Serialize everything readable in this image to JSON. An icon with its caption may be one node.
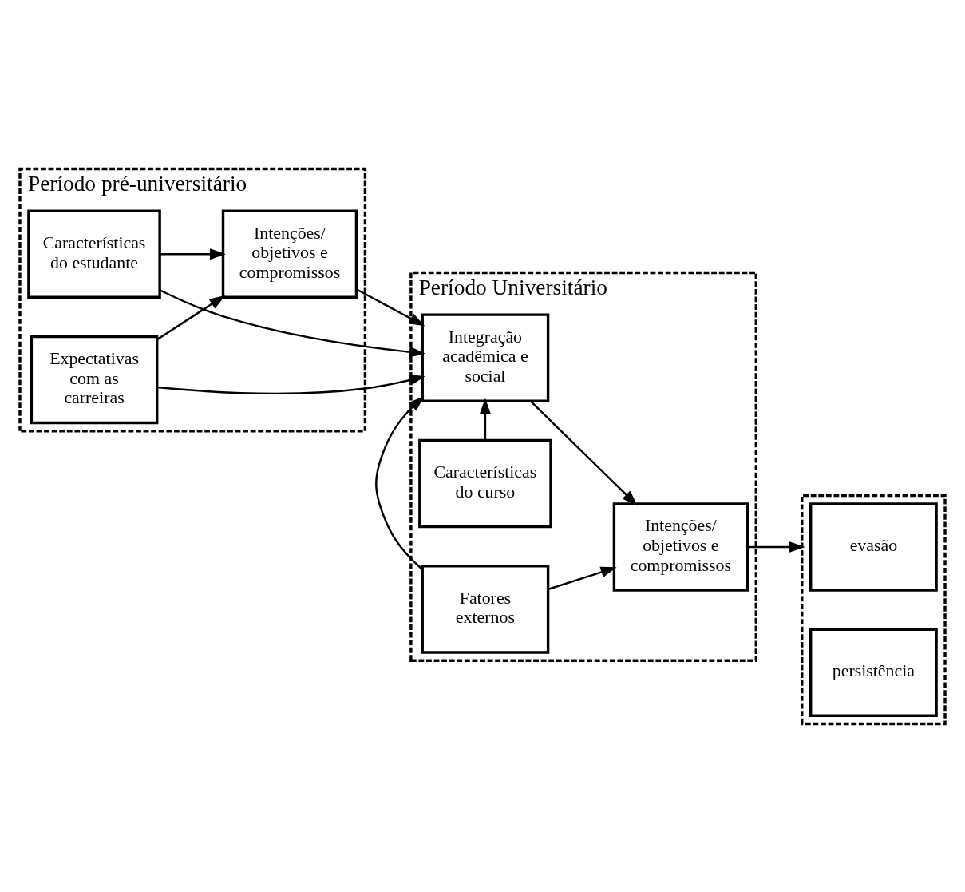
{
  "diagram": {
    "nodes": [
      {
        "text": [
          "Período pré-universitário"
        ]
      },
      {
        "text": [
          "Características do estudante"
        ],
        "in": 0
      },
      {
        "text": [
          "Intenções/ objetivos e compromissos"
        ],
        "in": 0
      },
      {
        "text": [
          "Expectativas com as carreiras"
        ],
        "in": 0
      },
      {
        "text": [
          "Período Universitário"
        ]
      },
      {
        "text": [
          "Características do curso"
        ],
        "in": 4
      },
      {
        "text": [
          "Integração acadêmica e social"
        ],
        "in": 4
      },
      {
        "text": [
          "Intenções/ objetivos e compromissos"
        ],
        "in": 4
      },
      {
        "text": [
          "Fatores externos"
        ],
        "in": 4
      },
      {
        "text": [],
        "shape": "box"
      },
      {
        "text": [
          "evasão"
        ],
        "in": 9
      },
      {
        "text": [
          "persistência"
        ],
        "in": 9
      }
    ],
    "edges": [
      {
        "from": 1,
        "to": 6,
        "arrow": "to"
      },
      {
        "from": 1,
        "to": 2,
        "arrow": "to"
      },
      {
        "from": 2,
        "to": 6,
        "arrow": "to"
      },
      {
        "from": 3,
        "to": 2,
        "arrow": "to"
      },
      {
        "from": 3,
        "to": 6,
        "arrow": "to"
      },
      {
        "from": 5,
        "to": 6,
        "arrow": "to"
      },
      {
        "from": 8,
        "to": 6,
        "arrow": "to"
      },
      {
        "from": 6,
        "to": 7,
        "arrow": "to"
      },
      {
        "from": 8,
        "to": 7,
        "arrow": "to"
      },
      {
        "from": 7,
        "to": 9,
        "arrow": "to"
      }
    ]
  }
}
